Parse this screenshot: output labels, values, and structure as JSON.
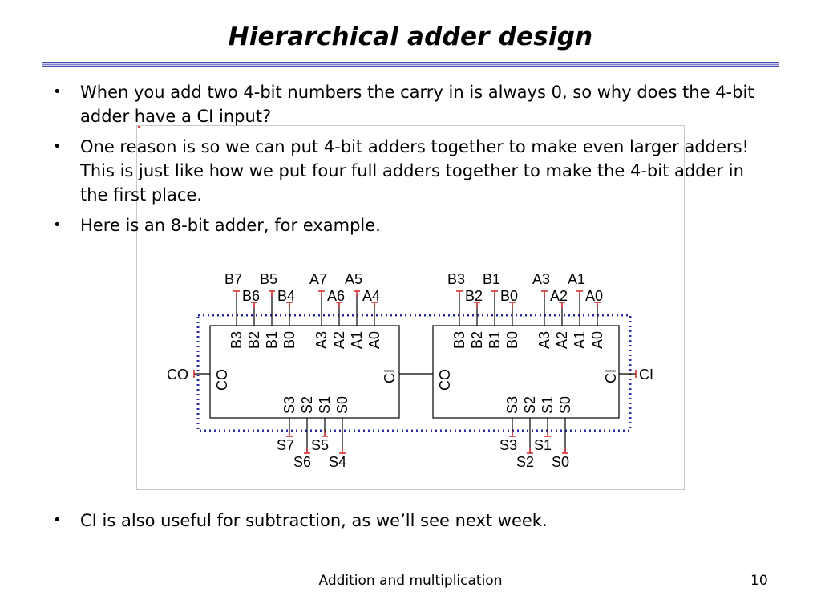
{
  "slide": {
    "title": "Hierarchical adder design",
    "bullets": [
      "When you add two 4-bit numbers the carry in is always 0, so why does the 4-bit adder have a CI input?",
      "One reason is so we can put 4-bit adders together to make even larger adders! This is just like how we put four full adders together to make the 4-bit adder in the first place.",
      "Here is an 8-bit adder, for example."
    ],
    "last_bullet": "CI is also useful for subtraction, as we’ll see next week.",
    "bullet_glyph": "•",
    "footer": "Addition and multiplication",
    "page_number": "10"
  },
  "diagram": {
    "left_adder": {
      "pins_top": [
        "B3",
        "B2",
        "B1",
        "B0",
        "A3",
        "A2",
        "A1",
        "A0"
      ],
      "pins_bottom": [
        "S3",
        "S2",
        "S1",
        "S0"
      ],
      "pin_left": "CO",
      "pin_right": "CI",
      "signals_top_upper": [
        "B7",
        "B5",
        "A7",
        "A5"
      ],
      "signals_top_lower": [
        "B6",
        "B4",
        "A6",
        "A4"
      ],
      "signals_bottom_upper": [
        "S7",
        "S5"
      ],
      "signals_bottom_lower": [
        "S6",
        "S4"
      ],
      "external_left": "CO"
    },
    "right_adder": {
      "pins_top": [
        "B3",
        "B2",
        "B1",
        "B0",
        "A3",
        "A2",
        "A1",
        "A0"
      ],
      "pins_bottom": [
        "S3",
        "S2",
        "S1",
        "S0"
      ],
      "pin_left": "CO",
      "pin_right": "CI",
      "signals_top_upper": [
        "B3",
        "B1",
        "A3",
        "A1"
      ],
      "signals_top_lower": [
        "B2",
        "B0",
        "A2",
        "A0"
      ],
      "signals_bottom_upper": [
        "S3",
        "S1"
      ],
      "signals_bottom_lower": [
        "S2",
        "S0"
      ],
      "external_right": "CI"
    },
    "colors": {
      "wire": "#000000",
      "terminal": "#cc2222",
      "group_border": "#2a2aa8"
    }
  }
}
